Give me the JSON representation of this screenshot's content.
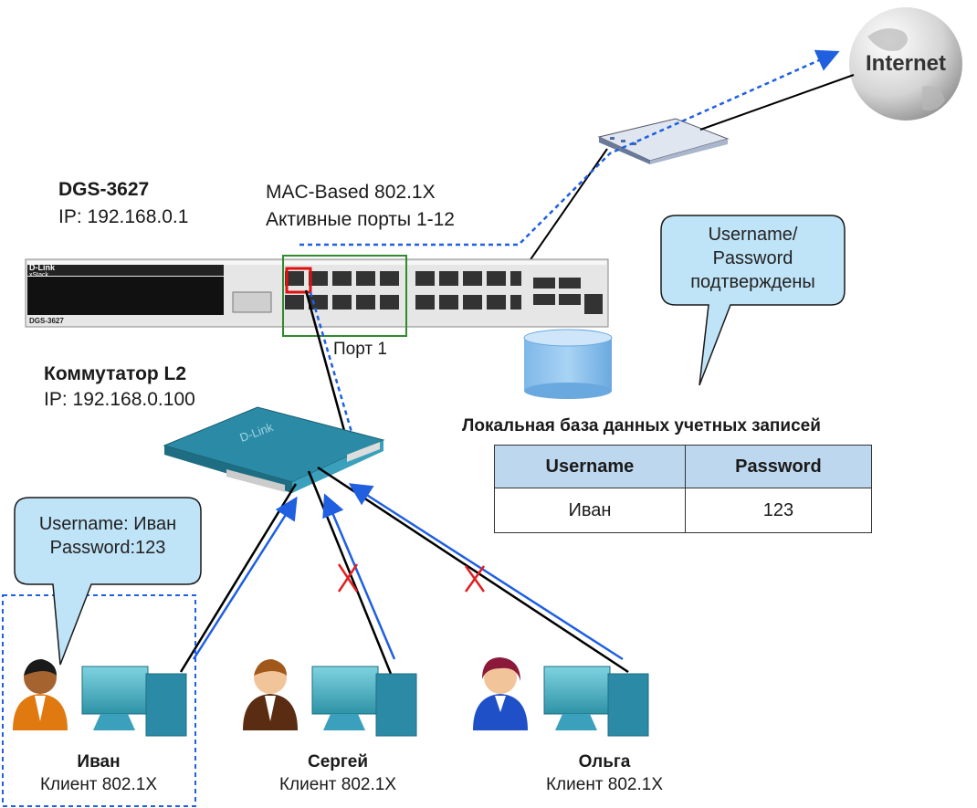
{
  "core_switch": {
    "model": "DGS-3627",
    "ip": "IP: 192.168.0.1",
    "brand": "D-Link",
    "series": "xStack",
    "small_model": "DGS-3627"
  },
  "auth_config": {
    "mode": "MAC-Based 802.1X",
    "ports": "Активные порты 1-12"
  },
  "port_label": "Порт 1",
  "access_switch": {
    "name": "Коммутатор L2",
    "ip": "IP: 192.168.0.100",
    "brand": "D-Link"
  },
  "internet_label": "Internet",
  "server_bubble": {
    "line1": "Username/",
    "line2": "Password",
    "line3": "подтверждены"
  },
  "client_bubble": {
    "line1": "Username: Иван",
    "line2": "Password:123"
  },
  "database": {
    "title": "Локальная база данных учетных записей",
    "columns": [
      "Username",
      "Password"
    ],
    "rows": [
      [
        "Иван",
        "123"
      ]
    ]
  },
  "clients": [
    {
      "name": "Иван",
      "role": "Клиент 802.1X"
    },
    {
      "name": "Сергей",
      "role": "Клиент 802.1X"
    },
    {
      "name": "Ольга",
      "role": "Клиент 802.1X"
    }
  ],
  "colors": {
    "flow": "#1f5fe0",
    "link": "#000000",
    "deny": "#e02020",
    "bubble": "#bfe3f7",
    "active_ports": "#2e8b2e",
    "port1": "#e01010",
    "device": "#2b8aa6"
  }
}
